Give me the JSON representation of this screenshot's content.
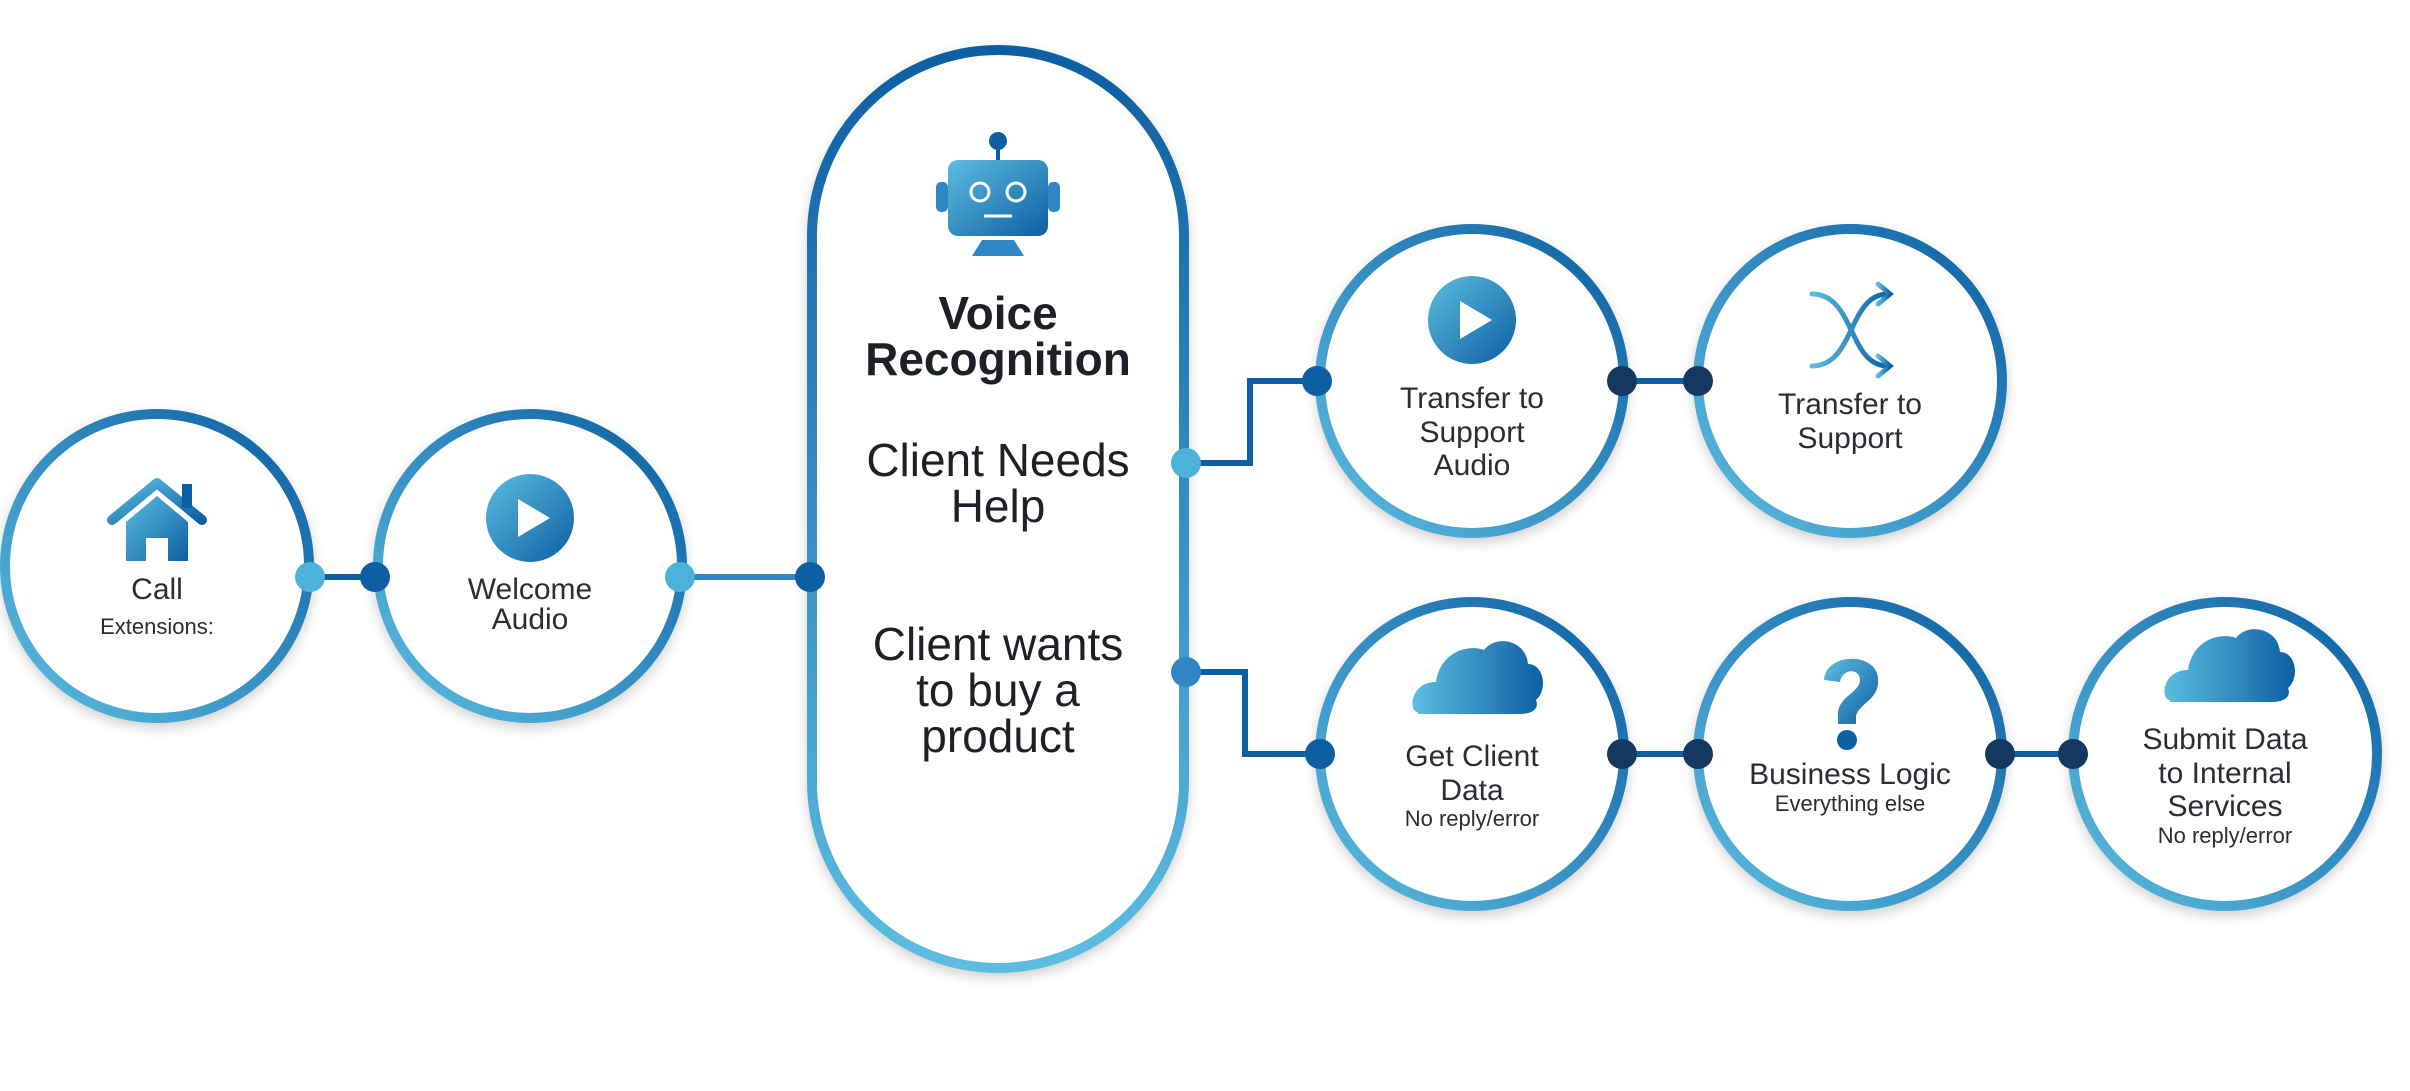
{
  "colors": {
    "ring_dark": "#0d5fa3",
    "ring_light": "#5dbde0",
    "connector_dark": "#0d5fa3",
    "connector_light": "#4db2da",
    "dot_darkest": "#14385f",
    "text": "#2a2d33"
  },
  "nodes": {
    "call": {
      "icon": "home-icon",
      "label": "Call",
      "sub": "Extensions:"
    },
    "welcome": {
      "icon": "play-icon",
      "label_line1": "Welcome",
      "label_line2": "Audio"
    },
    "voice": {
      "icon": "robot-icon",
      "title_line1": "Voice",
      "title_line2": "Recognition",
      "branch1_line1": "Client Needs",
      "branch1_line2": "Help",
      "branch2_line1": "Client wants",
      "branch2_line2": "to buy a",
      "branch2_line3": "product"
    },
    "transfer_audio": {
      "icon": "play-icon",
      "line1": "Transfer to",
      "line2": "Support",
      "line3": "Audio"
    },
    "transfer_support": {
      "icon": "shuffle-icon",
      "line1": "Transfer to",
      "line2": "Support"
    },
    "get_client": {
      "icon": "cloud-icon",
      "line1": "Get Client",
      "line2": "Data",
      "sub": "No reply/error"
    },
    "business": {
      "icon": "question-icon",
      "line1": "Business Logic",
      "sub": "Everything else"
    },
    "submit": {
      "icon": "cloud-icon",
      "line1": "Submit Data",
      "line2": "to Internal",
      "line3": "Services",
      "sub": "No reply/error"
    }
  }
}
